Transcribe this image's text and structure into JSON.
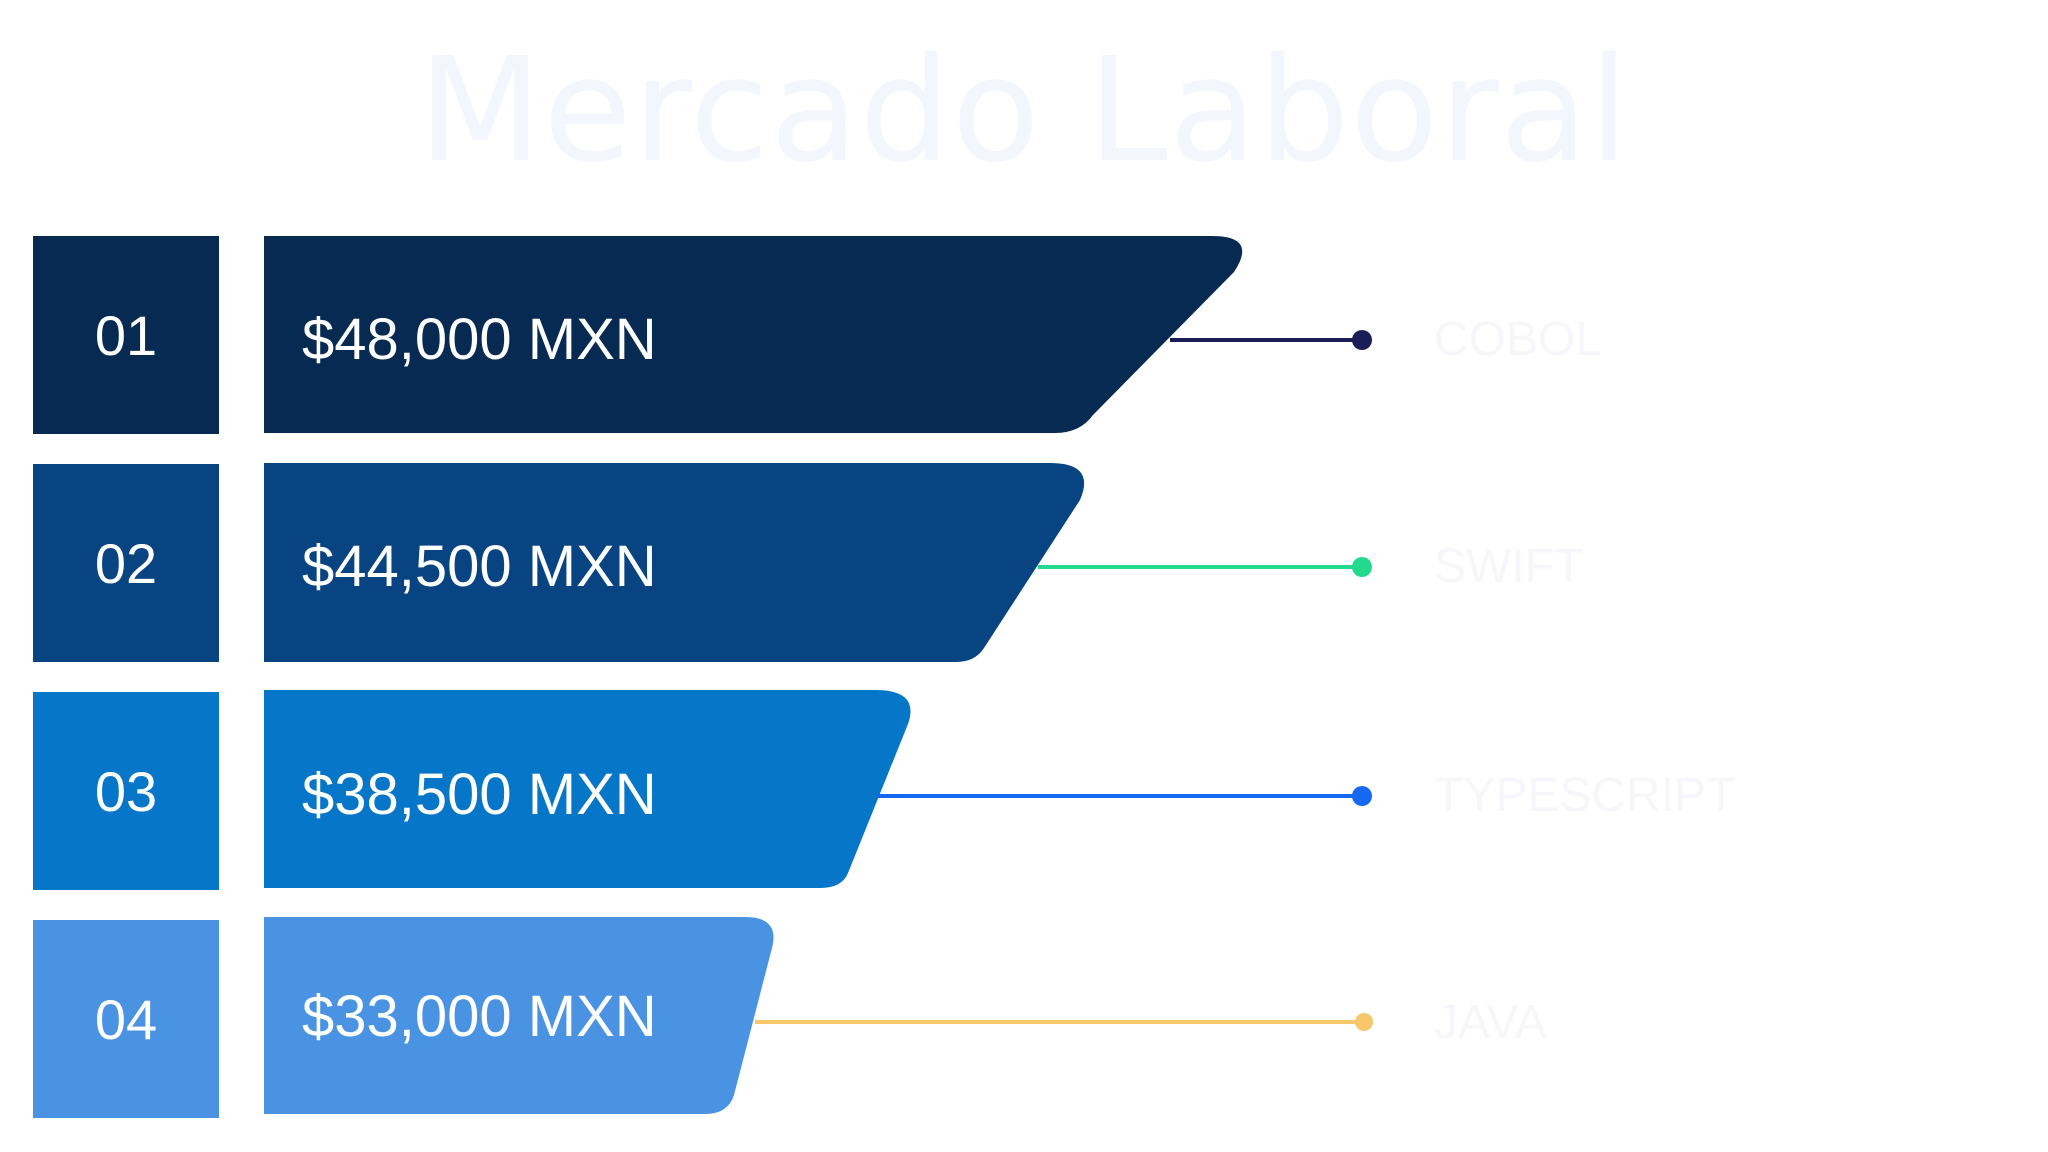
{
  "title": "Mercado Laboral",
  "rows": [
    {
      "number": "01",
      "value": "$48,000 MXN",
      "label": "COBOL",
      "color": "#062a52",
      "dot_color": "#1b1d57"
    },
    {
      "number": "02",
      "value": "$44,500 MXN",
      "label": "SWIFT",
      "color": "#084382",
      "dot_color": "#22d98d"
    },
    {
      "number": "03",
      "value": "$38,500 MXN",
      "label": "TYPESCRIPT",
      "color": "#0676c9",
      "dot_color": "#1469f0"
    },
    {
      "number": "04",
      "value": "$33,000 MXN",
      "label": "JAVA",
      "color": "#4a93e3",
      "dot_color": "#f7c76a"
    }
  ]
}
